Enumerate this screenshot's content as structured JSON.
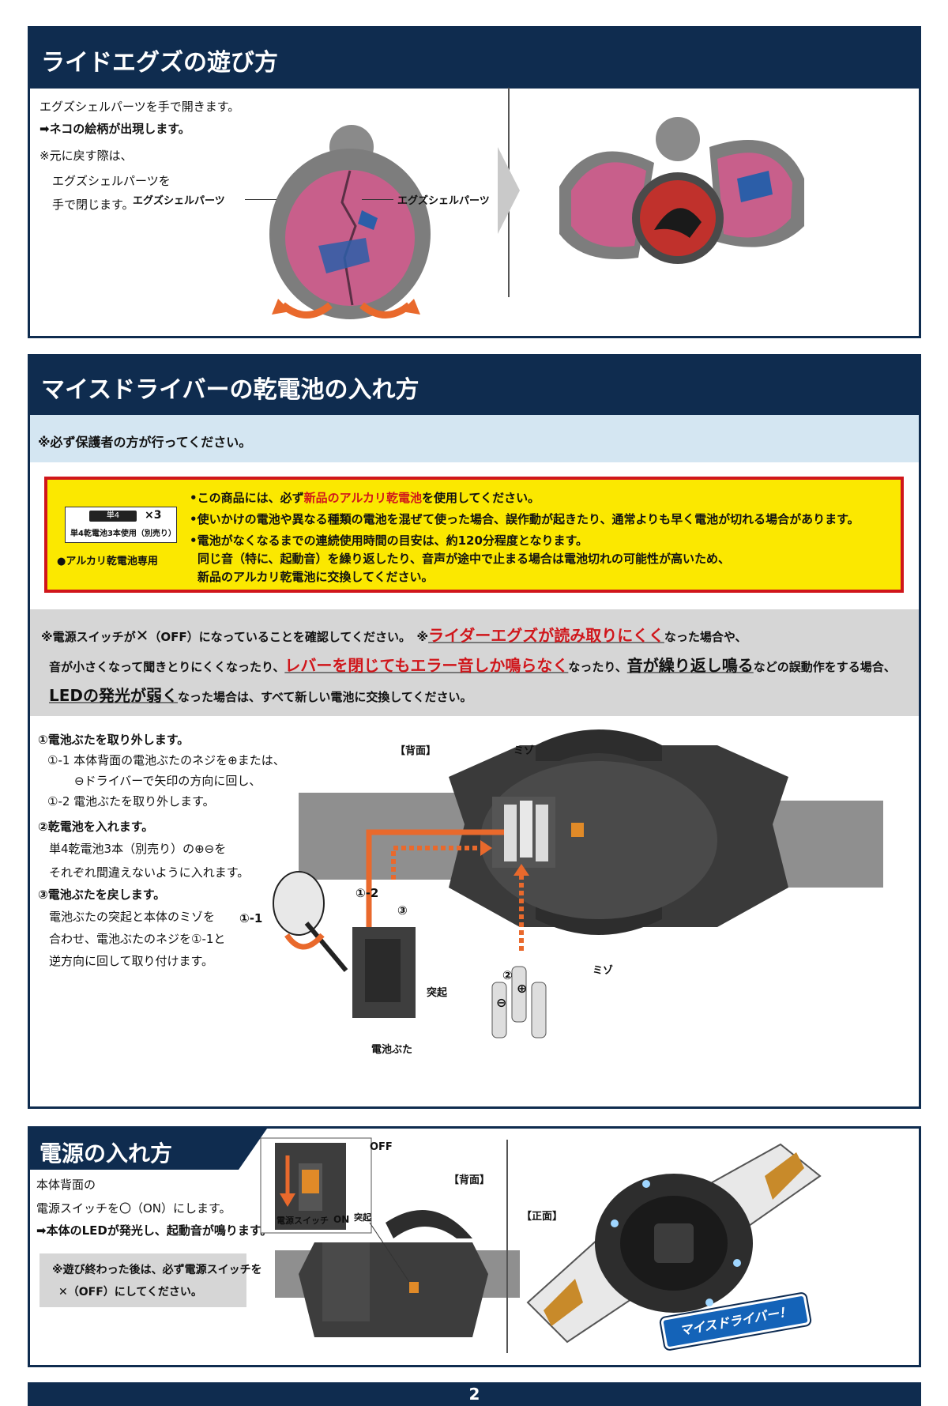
{
  "s1": {
    "title": "ライドエグズの遊び方",
    "line1": "エグズシェルパーツを手で開きます。",
    "line2": "➡ネコの絵柄が出現します。",
    "line3": "※元に戻す際は、",
    "line4": "エグズシェルパーツを",
    "line5": "手で閉じます。",
    "part_left": "エグズシェルパーツ",
    "part_right": "エグズシェルパーツ"
  },
  "s2": {
    "title": "マイスドライバーの乾電池の入れ方",
    "guardian": "※必ず保護者の方が行ってください。",
    "battery_badge": "単4",
    "battery_count": "×3",
    "battery_note": "単4乾電池3本使用（別売り）",
    "alkaline_only": "●アルカリ乾電池専用",
    "warn1_a": "•この商品には、必ず",
    "warn1_b": "新品のアルカリ乾電池",
    "warn1_c": "を使用してください。",
    "warn2": "•使いかけの電池や異なる種類の電池を混ぜて使った場合、誤作動が起きたり、通常よりも早く電池が切れる場合があります。",
    "warn3": "•電池がなくなるまでの連続使用時間の目安は、約120分程度となります。",
    "warn4": "同じ音（特に、起動音）を繰り返したり、音声が途中で止まる場合は電池切れの可能性が高いため、",
    "warn5": "新品のアルカリ乾電池に交換してください。",
    "gray1_a": "※電源スイッチが",
    "gray1_b": "✕",
    "gray1_c": "（OFF）になっていることを確認してください。　※",
    "gray1_d": "ライダーエグズが読み取りにくく",
    "gray1_e": "なった場合や、",
    "gray2_a": "音が小さくなって聞きとりにくくなったり、",
    "gray2_b": "レバーを閉じてもエラー音しか鳴らなく",
    "gray2_c": "なったり、",
    "gray2_d": "音が繰り返し鳴る",
    "gray2_e": "などの誤動作をする場合、",
    "gray3_a": "LEDの発光が弱く",
    "gray3_b": "なった場合は、すべて新しい電池に交換してください。",
    "step1": "①電池ぶたを取り外します。",
    "step1_1a": "①-1 本体背面の電池ぶたのネジを⊕または、",
    "step1_1b": "⊖ドライバーで矢印の方向に回し、",
    "step1_2": "①-2 電池ぶたを取り外します。",
    "step2": "②乾電池を入れます。",
    "step2_a": "単4乾電池3本（別売り）の⊕⊖を",
    "step2_b": "それぞれ間違えないように入れます。",
    "step3": "③電池ぶたを戻します。",
    "step3_a": "電池ぶたの突起と本体のミゾを",
    "step3_b": "合わせ、電池ぶたのネジを①-1と",
    "step3_c": "逆方向に回して取り付けます。",
    "diagram": {
      "back_label": "【背面】",
      "groove_top": "ミゾ",
      "groove_bottom": "ミゾ",
      "num_1_1": "①-1",
      "num_1_2": "①-2",
      "num_2": "②",
      "num_3": "③",
      "protrusion": "突起",
      "battery_cover": "電池ぶた",
      "plus": "⊕",
      "minus": "⊖"
    }
  },
  "s3": {
    "title": "電源の入れ方",
    "line1": "本体背面の",
    "line2": "電源スイッチを〇（ON）にします。",
    "line3": "➡本体のLEDが発光し、起動音が鳴ります。",
    "note1": "※遊び終わった後は、必ず電源スイッチを",
    "note2": "✕（OFF）にしてください。",
    "back_label": "【背面】",
    "front_label": "【正面】",
    "off_label": "OFF",
    "switch_label": "電源スイッチ",
    "on_label": "ON",
    "protrusion_label": "突起",
    "callout": "マイスドライバー！"
  },
  "page_number": "2",
  "colors": {
    "navy": "#0f2c4f",
    "yellow": "#fbe800",
    "red": "#d0161b",
    "orange": "#e9692c",
    "gray": "#d6d6d6",
    "lightblue": "#d4e6f2",
    "shell_pink": "#c85f8b"
  }
}
